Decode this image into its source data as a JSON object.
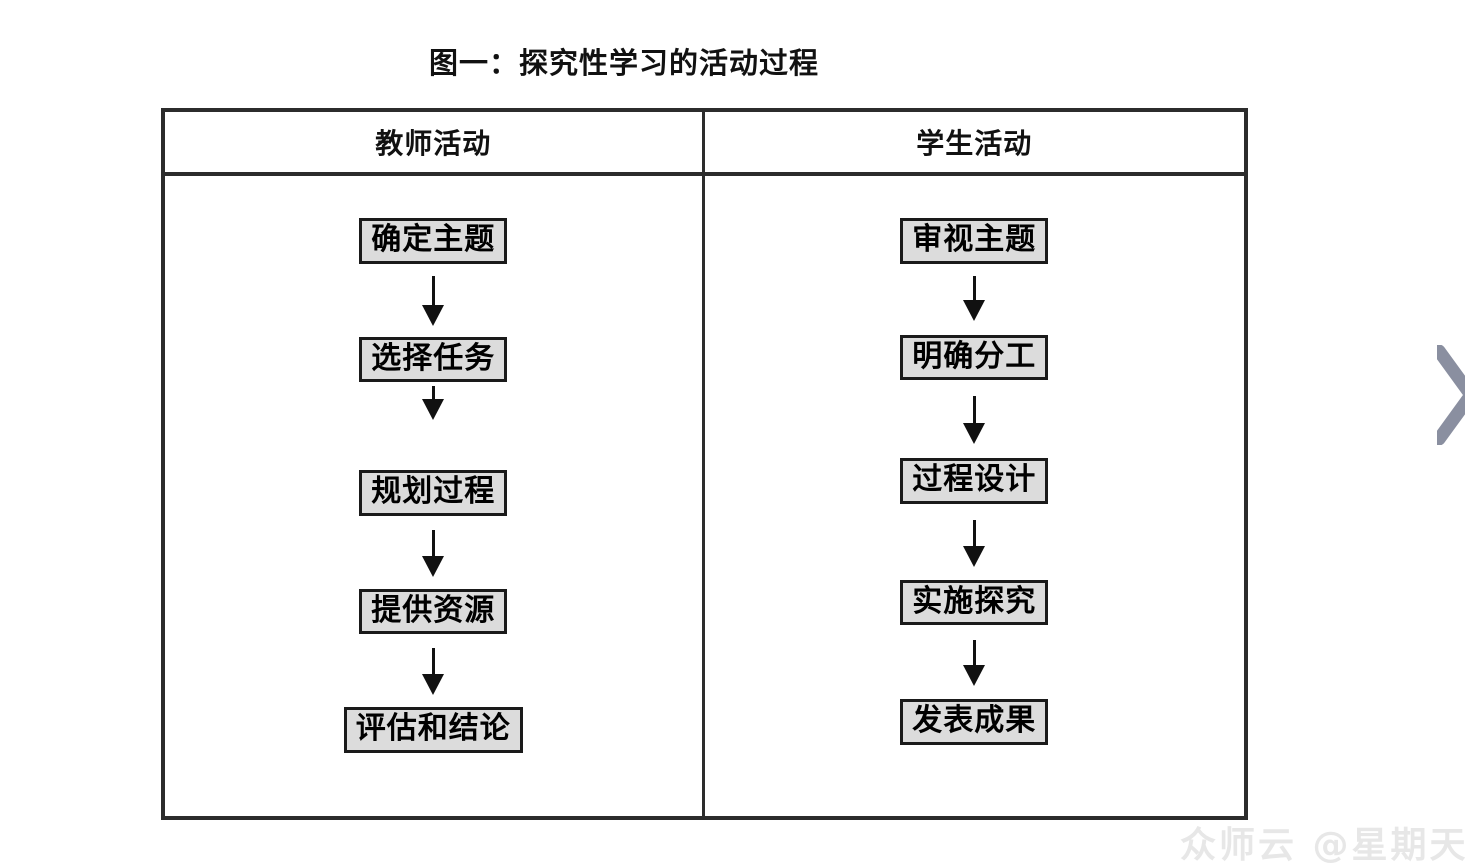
{
  "figure": {
    "title": "图一：探究性学习的活动过程"
  },
  "table": {
    "columns": [
      {
        "header": "教师活动",
        "nodes": [
          "确定主题",
          "选择任务",
          "规划过程",
          "提供资源",
          "评估和结论"
        ]
      },
      {
        "header": "学生活动",
        "nodes": [
          "审视主题",
          "明确分工",
          "过程设计",
          "实施探究",
          "发表成果"
        ]
      }
    ]
  },
  "watermark": {
    "text": "众师云 @星期天",
    "color": "#e7e7e7"
  },
  "edge_marker": {
    "icon": "chevron-right-icon",
    "color": "#8a8fa0"
  },
  "colors": {
    "node_fill": "#dcdcdc",
    "node_border": "#1a1a1a",
    "table_border": "#2c2c2c",
    "text": "#000000",
    "background": "#ffffff"
  }
}
